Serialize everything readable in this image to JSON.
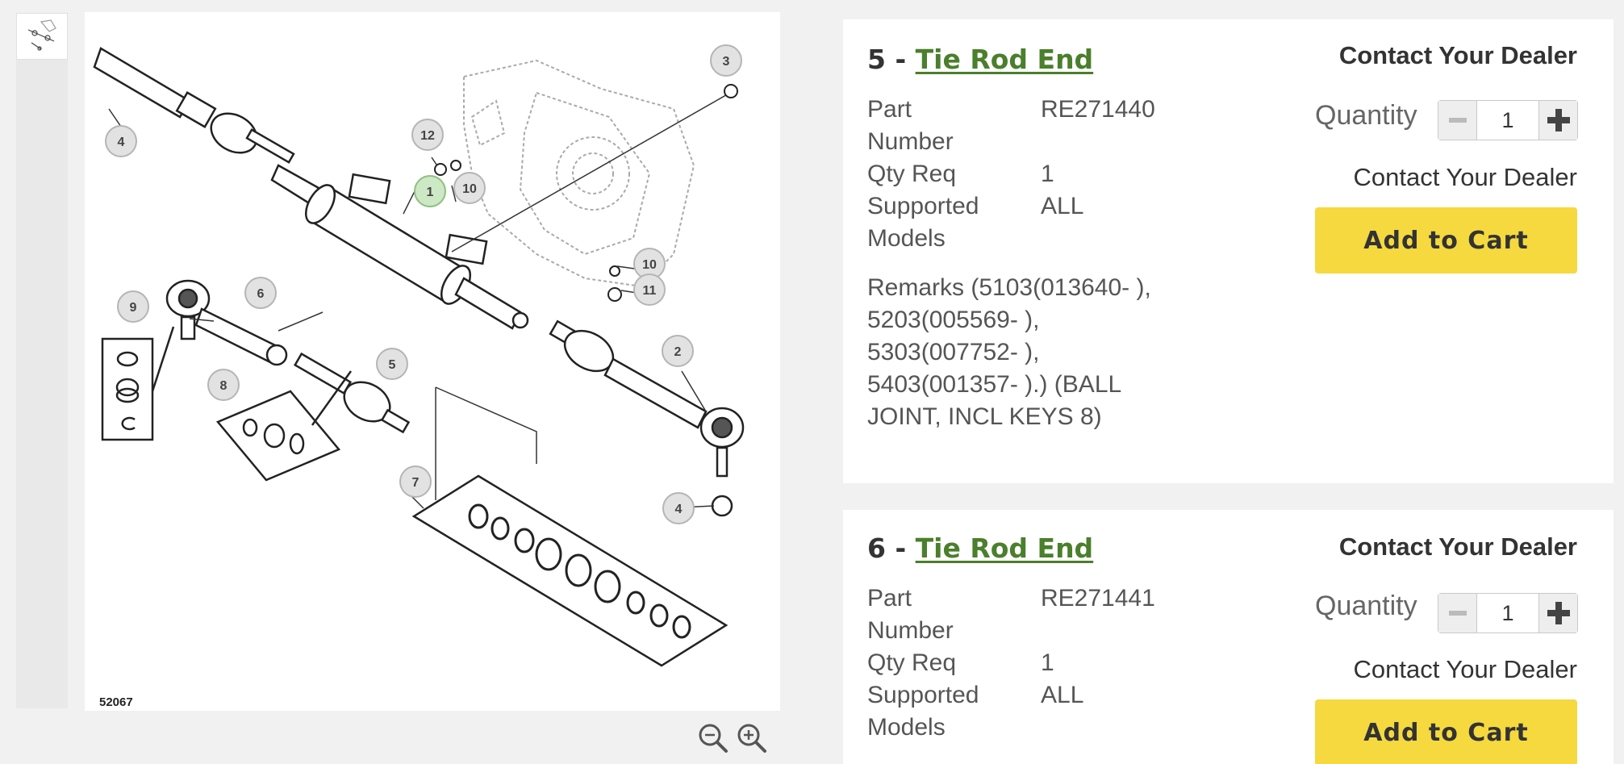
{
  "diagram": {
    "id_label": "52067",
    "callouts": [
      "1",
      "2",
      "3",
      "4",
      "5",
      "6",
      "7",
      "8",
      "9",
      "10",
      "11",
      "12"
    ]
  },
  "zoom": {
    "out_icon": "zoom-out-icon",
    "in_icon": "zoom-in-icon"
  },
  "parts": [
    {
      "index": "5 - ",
      "name": "Tie Rod End",
      "part_number_label": "Part Number",
      "part_number": "RE271440",
      "qty_req_label": "Qty Req",
      "qty_req": "1",
      "models_label": "Supported Models",
      "models": "ALL",
      "remarks": "Remarks (5103(013640- ), 5203(005569- ), 5303(007752- ), 5403(001357- ).) (BALL JOINT, INCL KEYS 8)",
      "dealer_heading": "Contact Your Dealer",
      "quantity_label": "Quantity",
      "quantity": "1",
      "dealer_note": "Contact Your Dealer",
      "add_to_cart": "Add to Cart"
    },
    {
      "index": "6 - ",
      "name": "Tie Rod End",
      "part_number_label": "Part Number",
      "part_number": "RE271441",
      "qty_req_label": "Qty Req",
      "qty_req": "1",
      "models_label": "Supported Models",
      "models": "ALL",
      "dealer_heading": "Contact Your Dealer",
      "quantity_label": "Quantity",
      "quantity": "1",
      "dealer_note": "Contact Your Dealer",
      "add_to_cart": "Add to Cart"
    }
  ],
  "colors": {
    "accent_link": "#4a7f2c",
    "button_yellow": "#f5d93f",
    "highlight_callout": "#cde8c4"
  }
}
